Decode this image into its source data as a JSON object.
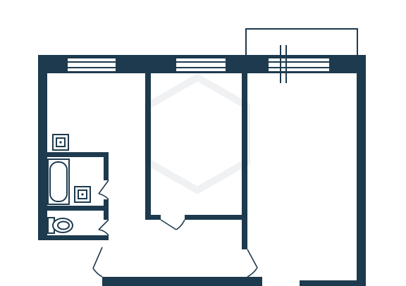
{
  "plan": {
    "wall_color": "#1d3a4e",
    "background_color": "#ffffff",
    "rooms": [
      "kitchen",
      "room-middle",
      "room-right",
      "bathroom",
      "toilet",
      "hallway"
    ],
    "fixtures": [
      "kitchen-sink-icon",
      "bathtub-icon",
      "bathroom-sink-icon",
      "toilet-icon"
    ],
    "windows": 4,
    "balcony": true,
    "watermark_visible": true
  }
}
